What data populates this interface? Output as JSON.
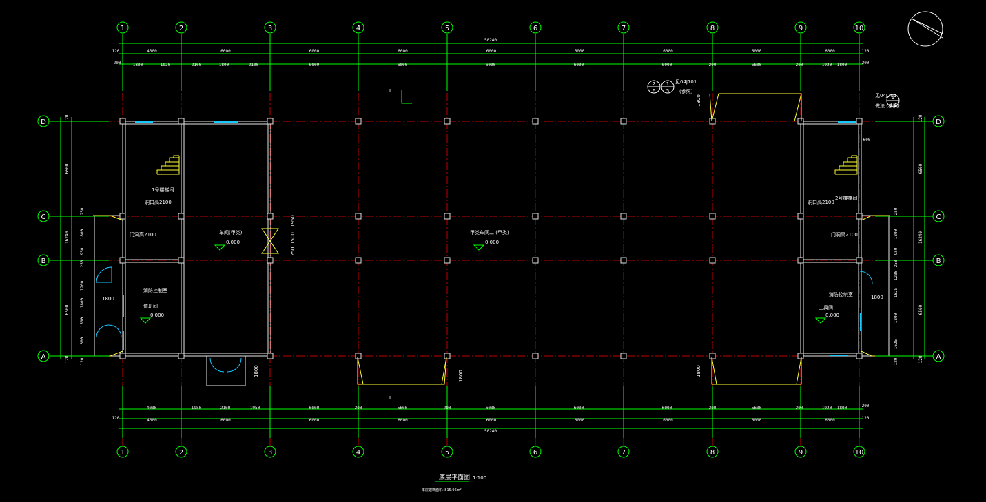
{
  "colors": {
    "background": "#000000",
    "grid_line": "#c00000",
    "dimension": "#00ff00",
    "wall": "#e8e8e8",
    "column": "#e0e0e0",
    "stair": "#ffff33",
    "window": "#19c7ff",
    "label": "#ffffff"
  },
  "axis_labels": {
    "vertical": [
      "1",
      "2",
      "3",
      "4",
      "5",
      "6",
      "7",
      "8",
      "9",
      "10"
    ],
    "horizontal": [
      "D",
      "C",
      "B",
      "A"
    ]
  },
  "top_dims": {
    "total": "50240",
    "edge_left": "120",
    "edge_right": "120",
    "row1": [
      "4000",
      "6000",
      "6000",
      "6000",
      "6000",
      "6000",
      "6000",
      "6000",
      "6000"
    ],
    "row2_left": "200",
    "row2_right": "200",
    "row2": [
      "1800",
      "1920",
      "2100",
      "1800",
      "2100",
      "6000",
      "6000",
      "6000",
      "6000",
      "6000",
      "200",
      "5600",
      "200",
      "1920",
      "1800"
    ]
  },
  "bottom_dims": {
    "total": "50240",
    "edge_left": "120",
    "edge_right": "120",
    "edge_right2": "200",
    "row1": [
      "4000",
      "1950",
      "2100",
      "1950",
      "6000",
      "200",
      "5600",
      "200",
      "6000",
      "6000",
      "6000",
      "200",
      "5600",
      "200",
      "1920",
      "1800"
    ],
    "row2": [
      "4000",
      "6000",
      "6000",
      "6000",
      "6000",
      "6000",
      "6000",
      "6000",
      "6000"
    ]
  },
  "side_dims": {
    "left_outer": [
      "120",
      "6500",
      "16240",
      "6500",
      "120"
    ],
    "left_inner": [
      "250",
      "1800",
      "950",
      "250",
      "1200",
      "1800",
      "1500",
      "300",
      "120"
    ],
    "right_outer": [
      "120",
      "6500",
      "16240",
      "6500",
      "120"
    ],
    "right_inner": [
      "250",
      "1800",
      "950",
      "250",
      "1200",
      "1625",
      "1800",
      "1625",
      "120"
    ],
    "right_small": [
      "600"
    ]
  },
  "room_labels": {
    "stair_left": "1号楼梯间",
    "stair_right": "2号楼梯间",
    "door_height_left": "洞口高2100",
    "door_height_right": "洞口高2100",
    "door_left2": "门洞高2100",
    "door_right2": "门洞高2100",
    "workshop_left": "车间(甲类)",
    "workshop_main": "甲类车间二 (甲类)",
    "elev1": "0.000",
    "elev2": "0.000",
    "elev3": "0.000",
    "elev4": "0.000",
    "fire_room_left": "消防控制室",
    "room_left": "值班间",
    "fire_room_right": "消防控制室",
    "room_right": "工具间",
    "dim_1800_a": "1800",
    "dim_1800_b": "1800",
    "dim_1800_c": "1800",
    "dim_1800_d": "1800",
    "dim_1800_e": "1800",
    "dim_1800_f": "1800",
    "dim_1950": "1950",
    "dim_1500": "1500",
    "dim_250": "250",
    "ref_top": "见04J701",
    "ref_top2": "(参照)",
    "ref_right": "见04J701",
    "ref_right2": "做法 (参照)",
    "ref_nums": [
      "2",
      "1",
      "6",
      "5",
      "1",
      "12"
    ],
    "cut_mark": "I"
  },
  "drawing_title": "底层平面图",
  "drawing_scale": "1:100",
  "drawing_note": "本层建筑面积: 815.96m²"
}
